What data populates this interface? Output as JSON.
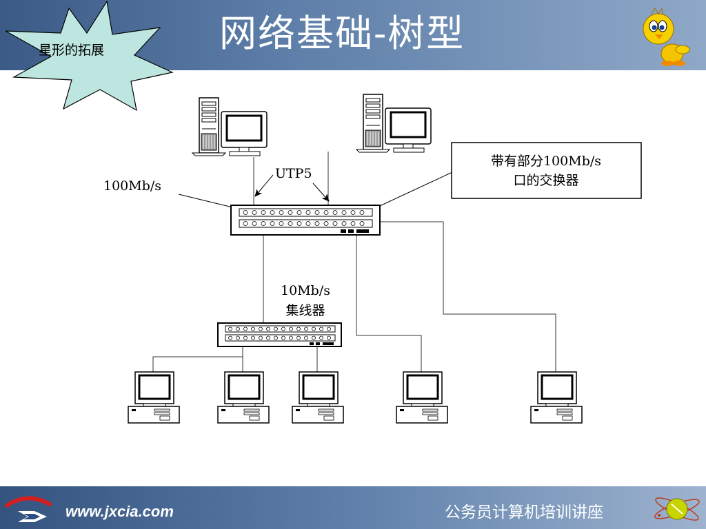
{
  "slide": {
    "title": "网络基础-树型",
    "burst_label": "星形的拓展",
    "footer_url": "www.jxcia.com",
    "footer_course": "公务员计算机培训讲座"
  },
  "diagram": {
    "label_100mbps": "100Mb/s",
    "label_utp5": "UTP5",
    "switch_callout_line1": "带有部分100Mb/s",
    "switch_callout_line2": "口的交换器",
    "hub_label_line1": "10Mb/s",
    "hub_label_line2": "集线器"
  },
  "colors": {
    "header_blue": "#3b5b86",
    "burst_fill": "#bde6e0"
  }
}
